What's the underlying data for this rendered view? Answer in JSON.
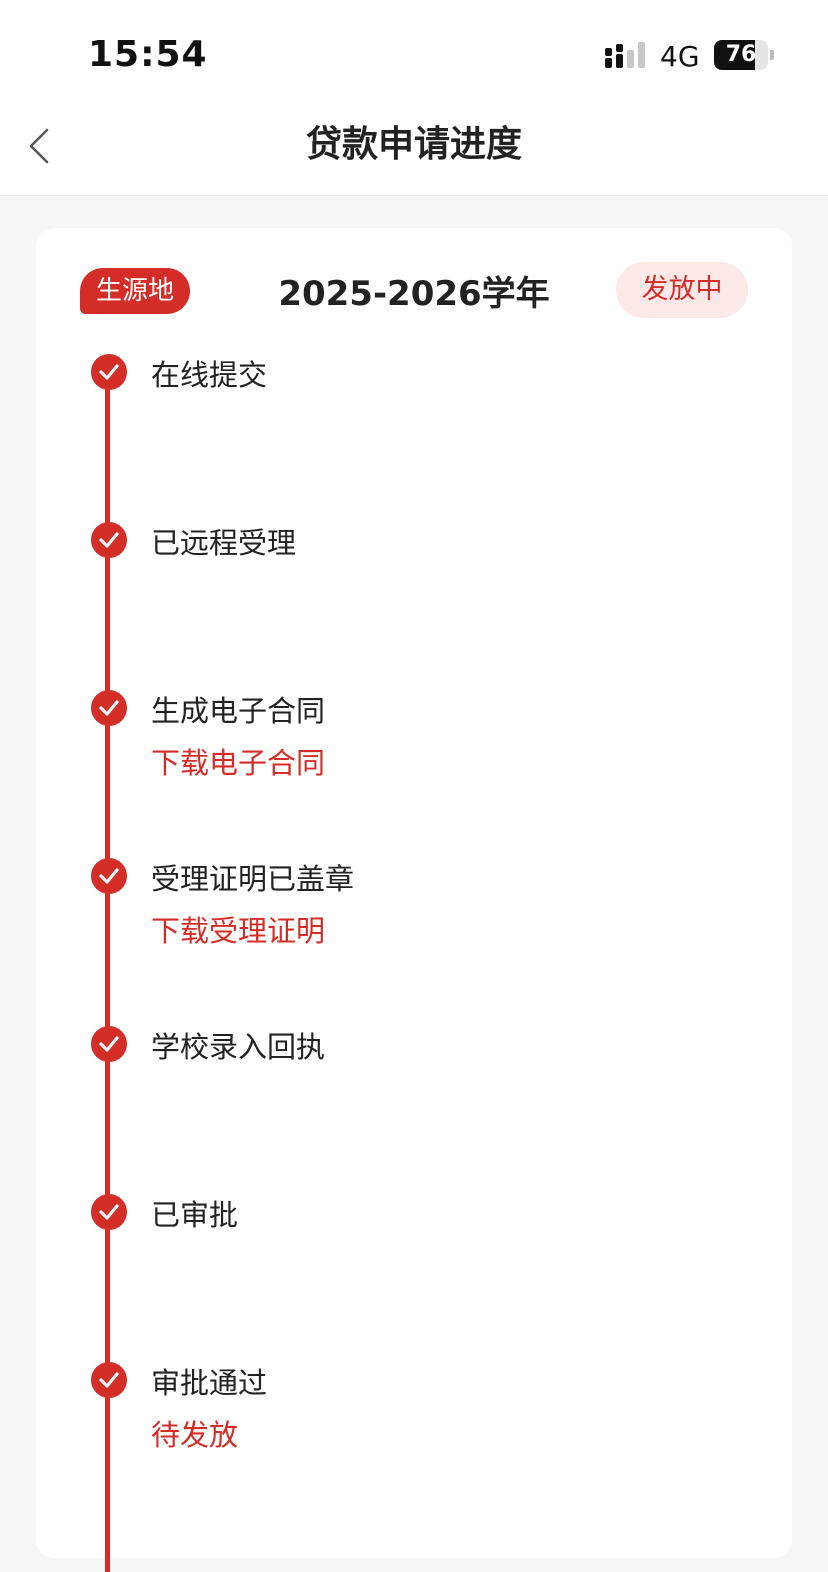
{
  "status_bar": {
    "time": "15:54",
    "network": "4G",
    "battery": "76",
    "battery_level": 0.76,
    "signal_icon": "signal-icon",
    "battery_icon": "battery-icon"
  },
  "nav": {
    "title": "贷款申请进度",
    "back_icon": "chevron-left-icon"
  },
  "card": {
    "tag": "生源地",
    "year": "2025-2026学年",
    "status": "发放中"
  },
  "steps": [
    {
      "title": "在线提交",
      "link": ""
    },
    {
      "title": "已远程受理",
      "link": ""
    },
    {
      "title": "生成电子合同",
      "link": "下载电子合同"
    },
    {
      "title": "受理证明已盖章",
      "link": "下载受理证明"
    },
    {
      "title": "学校录入回执",
      "link": ""
    },
    {
      "title": "已审批",
      "link": ""
    },
    {
      "title": "审批通过",
      "link": "待发放"
    }
  ],
  "colors": {
    "accent": "#d42d27",
    "badge_bg": "#fce9e8"
  }
}
